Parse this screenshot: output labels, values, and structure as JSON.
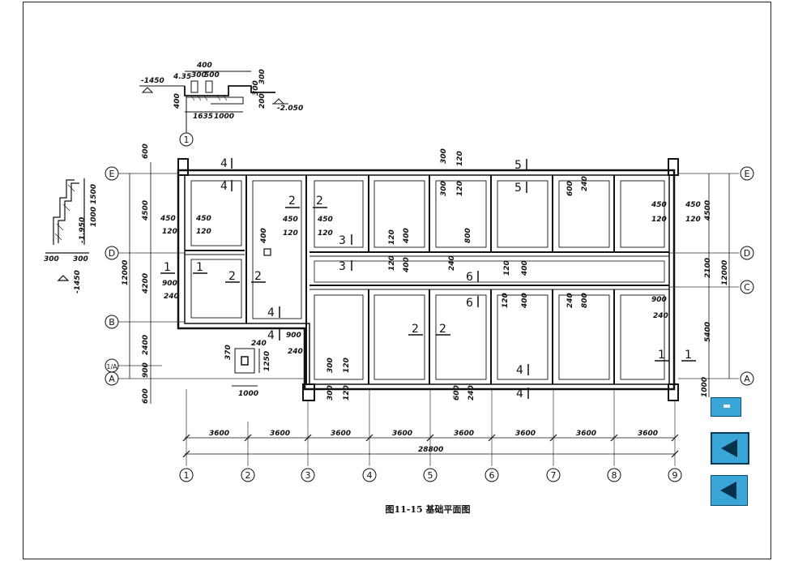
{
  "caption": "图11-15  基础平面图",
  "axes": {
    "columns": [
      "①",
      "②",
      "③",
      "④",
      "⑤",
      "⑥",
      "⑦",
      "⑧",
      "⑨"
    ],
    "rows": [
      "Ⓔ",
      "Ⓓ",
      "Ⓒ",
      "Ⓑ",
      "1/A",
      "Ⓐ"
    ],
    "column_spacing": "3600",
    "total_length": "28800"
  },
  "left_dims": [
    "600",
    "4500",
    "4200",
    "12000",
    "2400",
    "900",
    "600"
  ],
  "right_dims": [
    "4500",
    "2100",
    "12000",
    "5400",
    "1000"
  ],
  "detail_top": [
    "-1450",
    "4.35",
    "400",
    "300",
    "500",
    "300",
    "400",
    "1635",
    "1000",
    "200",
    "300",
    "-2.050"
  ],
  "detail_left": [
    "1500",
    "1000",
    "-1.950",
    "300",
    "300",
    "-1450"
  ],
  "pier_detail": [
    "370",
    "240",
    "1250",
    "1000"
  ],
  "section_marks": [
    "1",
    "2",
    "3",
    "4",
    "5",
    "6"
  ],
  "wall_dims": [
    "450",
    "120",
    "900",
    "240",
    "600",
    "400",
    "800",
    "240",
    "120"
  ],
  "nav": {
    "menu": "menu-button",
    "prev": "previous-slide",
    "back": "return"
  }
}
